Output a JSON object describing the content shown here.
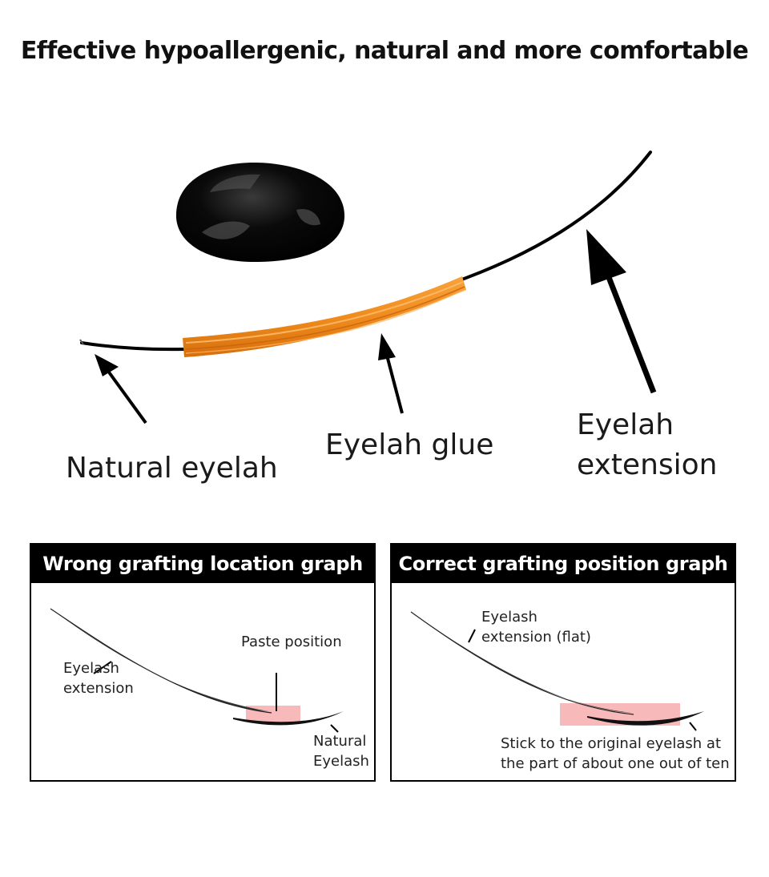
{
  "headline": "Effective hypoallergenic, natural and more comfortable",
  "diagram": {
    "labels": {
      "natural": "Natural eyelah",
      "glue": "Eyelah glue",
      "extension_line1": "Eyelah",
      "extension_line2": "extension"
    },
    "colors": {
      "glue": "#f08c1e",
      "glue_highlight": "#ffb25a",
      "glue_shadow": "#c8620a",
      "lash": "#000000",
      "paste_zone": "#f7b9b9",
      "header": "#000000"
    }
  },
  "wrong_panel": {
    "title": "Wrong grafting location graph",
    "extension_line1": "Eyelash",
    "extension_line2": "extension",
    "paste": "Paste position",
    "natural_line1": "Natural",
    "natural_line2": "Eyelash"
  },
  "correct_panel": {
    "title": "Correct grafting position graph",
    "extension_line1": "Eyelash",
    "extension_line2": "extension (flat)",
    "stick_line1": "Stick to the original eyelash at",
    "stick_line2": "the part of about one out of ten"
  }
}
